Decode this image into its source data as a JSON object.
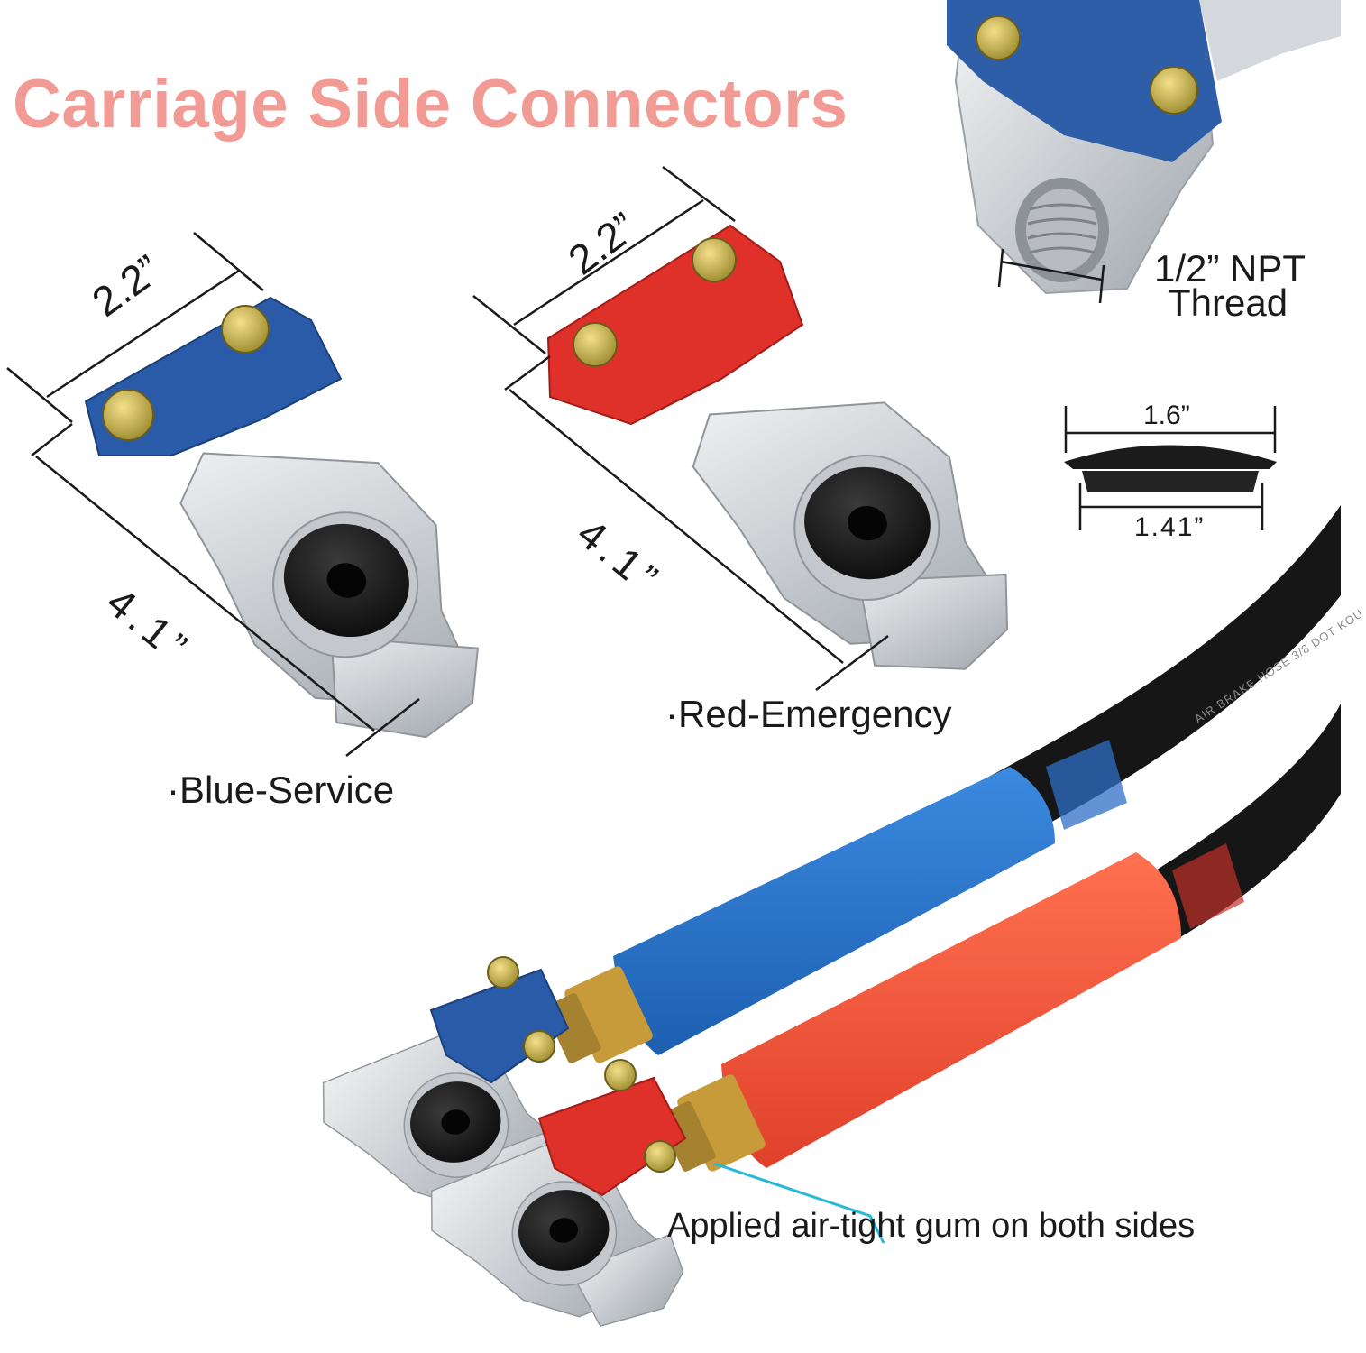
{
  "title": "Carriage Side Connectors",
  "colors": {
    "title": "#f29a94",
    "service_blue": "#2a5ba8",
    "emergency_red": "#e0302a",
    "handle_blue": "#2f7bd1",
    "handle_red": "#f25a3a",
    "hose_black": "#161616",
    "aluminum": "#d7dadd",
    "pointer_cyan": "#25b8d8"
  },
  "blue_connector": {
    "label": "·Blue-Service",
    "width": "2.2”",
    "length": "4.1”"
  },
  "red_connector": {
    "label": "·Red-Emergency",
    "width": "2.2”",
    "length": "4.1”"
  },
  "thread": {
    "line1": "1/2” NPT",
    "line2": "Thread"
  },
  "seal": {
    "outer": "1.6”",
    "inner": "1.41”"
  },
  "hose_print": "AIR BRAKE HOSE 3/8 DOT KOU",
  "note": "Applied air-tight gum on both sides"
}
